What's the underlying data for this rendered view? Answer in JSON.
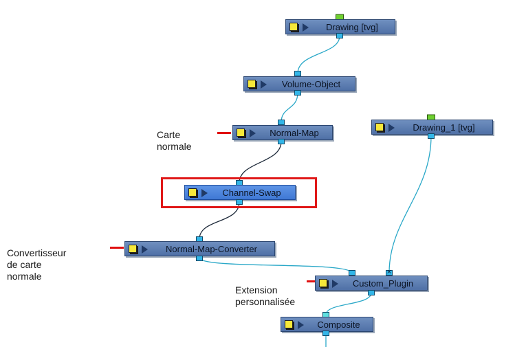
{
  "nodes": {
    "drawing": {
      "label": "Drawing  [tvg]"
    },
    "volume_object": {
      "label": "Volume-Object"
    },
    "normal_map": {
      "label": "Normal-Map"
    },
    "channel_swap": {
      "label": "Channel-Swap"
    },
    "drawing_1": {
      "label": "Drawing_1  [tvg]"
    },
    "normal_map_converter": {
      "label": "Normal-Map-Converter"
    },
    "custom_plugin": {
      "label": "Custom_Plugin"
    },
    "composite": {
      "label": "Composite"
    }
  },
  "annotations": {
    "carte_normale": "Carte\nnormale",
    "convertisseur": "Convertisseur\nde carte\nnormale",
    "extension": "Extension\npersonnalisée"
  },
  "colors": {
    "node_fill": "#5f7fb5",
    "selected_node_fill": "#4a86e0",
    "wire_cyan": "#2aa8c8",
    "wire_dark": "#1e2a3a",
    "highlight": "#e01818",
    "marker": "#e01010"
  }
}
